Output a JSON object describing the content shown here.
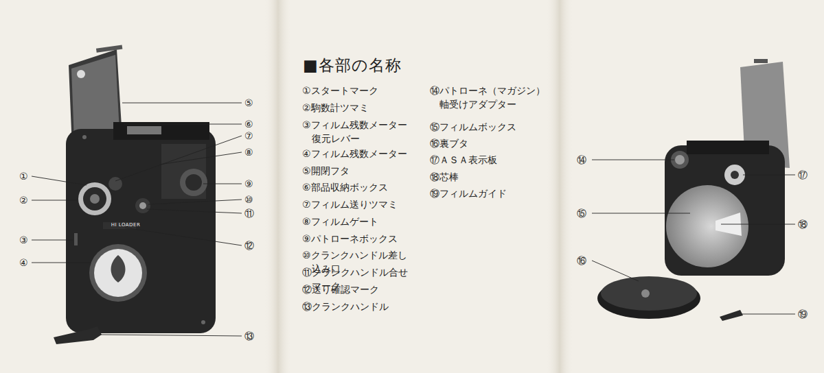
{
  "diagram": {
    "title": "■各部の名称",
    "labels": [
      "⑤",
      "⑥",
      "⑦",
      "⑧",
      "①",
      "⑨",
      "②",
      "⑩",
      "⑪",
      "③",
      "⑫",
      "④",
      "⑬",
      "①スタートマーク",
      "②駒数計ツマミ",
      "③フィルム残数メーター 復元レバー",
      "④フィルム残数メーター",
      "⑤開閉フタ",
      "⑥部品収納ボックス",
      "⑦フィルム送りツマミ",
      "⑧フィルムゲート",
      "⑨パトローネボックス",
      "⑩クランクハンドル差し込み口",
      "⑪クランクハンドル合せマーク",
      "⑫送り確認マーク",
      "⑬クランクハンドル",
      "⑭パトローネ（マガジン） 軸受けアダプター",
      "⑮フィルムボックス",
      "⑯裏ブタ",
      "⑰ＡＳＡ表示板",
      "⑱芯棒",
      "⑲フィルムガイド",
      "HI LOADER",
      "⑭",
      "⑰",
      "⑮",
      "⑱",
      "⑯",
      "⑲"
    ]
  }
}
